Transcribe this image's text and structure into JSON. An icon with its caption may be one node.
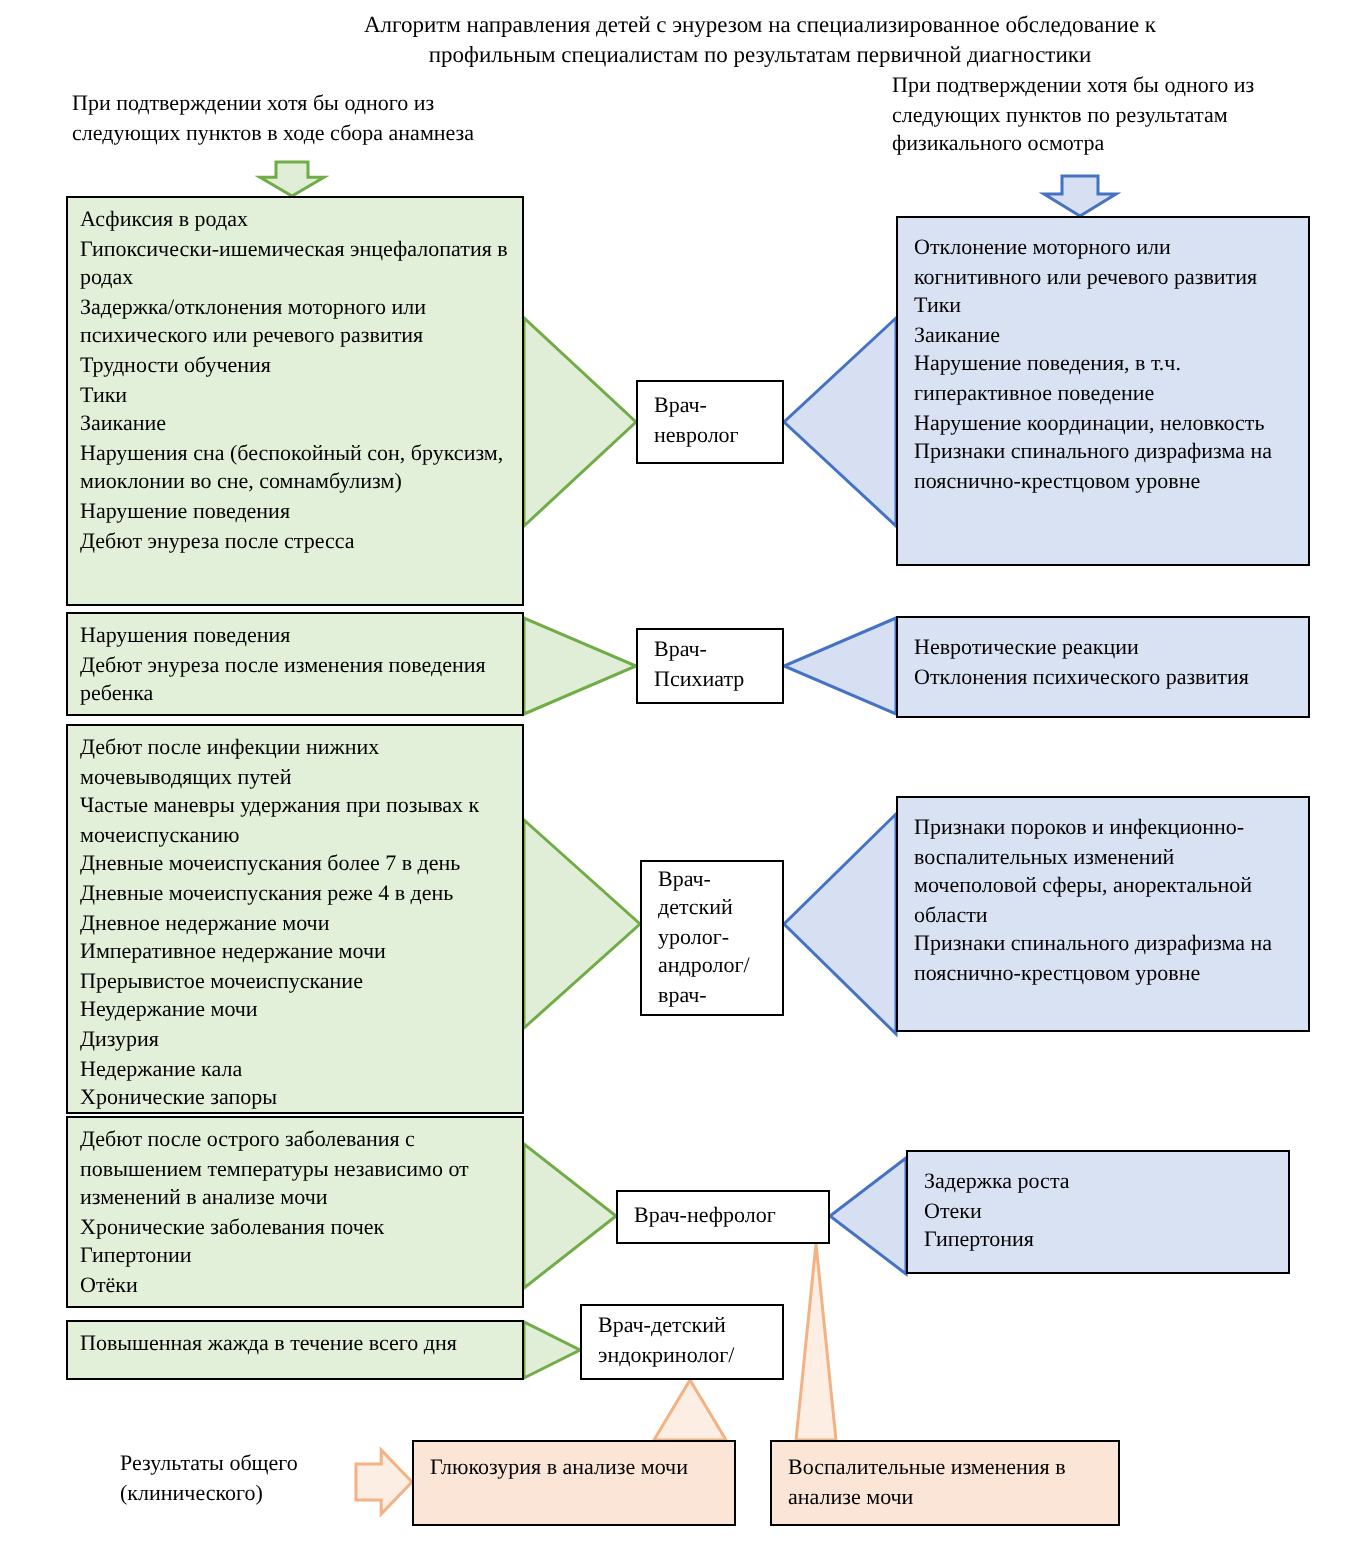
{
  "diagram": {
    "title": "Алгоритм направления детей с энурезом на специализированное обследование к профильным специалистам по результатам первичной диагностики",
    "nodes": [
      {
        "text": [
          "При подтверждении хотя бы одного из следующих пунктов в ходе сбора анамнеза"
        ]
      },
      {
        "text": [
          "При подтверждении хотя бы одного из следующих пунктов по результатам физикального осмотра"
        ]
      },
      {
        "text": [
          "Асфиксия в родах",
          "Гипоксически-ишемическая энцефалопатия в родах",
          "Задержка/отклонения моторного или психического или речевого развития",
          "Трудности обучения",
          "Тики",
          "Заикание",
          "Нарушения сна (беспокойный сон, бруксизм, миоклонии во сне, сомнамбулизм)",
          "Нарушение поведения",
          "Дебют энуреза после стресса"
        ]
      },
      {
        "text": [
          "Врач-невролог"
        ]
      },
      {
        "text": [
          "Отклонение моторного или когнитивного или речевого развития",
          "Тики",
          "Заикание",
          "Нарушение поведения, в т.ч. гиперактивное поведение",
          "Нарушение координации, неловкость",
          "Признаки спинального дизрафизма на пояснично-крестцовом уровне"
        ]
      },
      {
        "text": [
          "Нарушения поведения",
          "Дебют энуреза после изменения поведения ребенка"
        ]
      },
      {
        "text": [
          "Врач-Психиатр"
        ]
      },
      {
        "text": [
          "Невротические реакции",
          "Отклонения психического развития"
        ]
      },
      {
        "text": [
          "Дебют после инфекции нижних мочевыводящих путей",
          "Частые маневры удержания при позывах к мочеиспусканию",
          "Дневные мочеиспускания более 7 в день",
          "Дневные мочеиспускания реже 4 в день",
          "Дневное недержание мочи",
          "Императивное недержание мочи",
          "Прерывистое мочеиспускание",
          "Неудержание мочи",
          "Дизурия",
          "Недержание кала",
          "Хронические запоры"
        ]
      },
      {
        "text": [
          "Врач-детский уролог-андролог/ врач-"
        ]
      },
      {
        "text": [
          "Признаки пороков и инфекционно-воспалительных изменений мочеполовой сферы, аноректальной области",
          "Признаки спинального дизрафизма на пояснично-крестцовом уровне"
        ]
      },
      {
        "text": [
          "Дебют после острого заболевания с повышением температуры независимо от изменений в анализе мочи",
          "Хронические заболевания почек",
          "Гипертонии",
          "Отёки"
        ]
      },
      {
        "text": [
          "Врач-нефролог"
        ]
      },
      {
        "text": [
          "Задержка роста",
          "Отеки",
          "Гипертония"
        ]
      },
      {
        "text": [
          "Повышенная жажда в течение всего дня"
        ]
      },
      {
        "text": [
          "Врач-детский эндокринолог/"
        ]
      },
      {
        "text": [
          "Результаты общего (клинического)"
        ]
      },
      {
        "text": [
          "Глюкозурия в анализе мочи"
        ]
      },
      {
        "text": [
          "Воспалительные изменения в анализе мочи"
        ]
      }
    ],
    "edges": [
      {
        "from": 0,
        "to": 2,
        "arrow": "to"
      },
      {
        "from": 1,
        "to": 4,
        "arrow": "to",
        "color": "#4472c4"
      },
      {
        "from": 2,
        "to": 3,
        "arrow": "to"
      },
      {
        "from": 4,
        "to": 3,
        "arrow": "to",
        "color": "#4472c4"
      },
      {
        "from": 5,
        "to": 6,
        "arrow": "to"
      },
      {
        "from": 7,
        "to": 6,
        "arrow": "to",
        "color": "#4472c4"
      },
      {
        "from": 8,
        "to": 9,
        "arrow": "to"
      },
      {
        "from": 10,
        "to": 9,
        "arrow": "to",
        "color": "#4472c4"
      },
      {
        "from": 11,
        "to": 12,
        "arrow": "to"
      },
      {
        "from": 13,
        "to": 12,
        "arrow": "to",
        "color": "#4472c4"
      },
      {
        "from": 14,
        "to": 15,
        "arrow": "to"
      },
      {
        "from": 16,
        "to": 17,
        "arrow": "to",
        "color": "#f4b183"
      },
      {
        "from": 17,
        "to": 15,
        "arrow": "to",
        "color": "#f4b183"
      },
      {
        "from": 18,
        "to": 12,
        "arrow": "to",
        "color": "#f4b183"
      }
    ]
  }
}
